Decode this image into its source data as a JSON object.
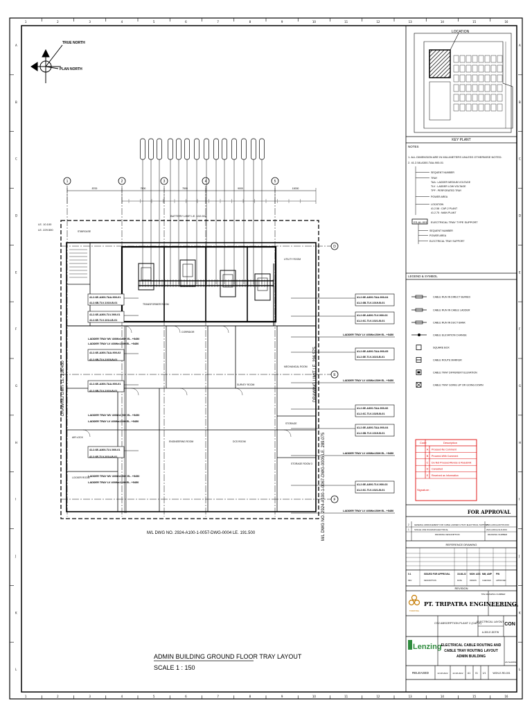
{
  "north": {
    "true_north": "TRUE NORTH",
    "plan_north": "PLAN NORTH"
  },
  "key_plan": {
    "location_label": "LOCATION",
    "title": "KEY PLANT"
  },
  "notes": {
    "header": "NOTES",
    "line1": "1.  ALL DIMENSION ARE IN MILLIMETERS UNLESS OTHERWISE NOTED.",
    "line2": "2.  41.2.58-A300-TAA-900-01",
    "legend1": [
      "SEQUENT NUMBER",
      "TRAY",
      "TAA : LADDER MEDIUM VOLTAGE",
      "TLV : LADDER LOW VOLTAGE",
      "TPF : PERFORATED TRAY",
      "POWER AREA",
      "LOCATION",
      "41.2.58 : CAP-2 PLANT",
      "41.2.75 : MAIN PLANT"
    ],
    "tag2": "ES-AL-001",
    "electrical_tray_support": "ELECTRICAL TRAY TYPE SUPPORT",
    "legend2": [
      "SEQUENT NUMBER",
      "POWER AREA",
      "ELECTRICAL TRAY SUPPORT"
    ]
  },
  "legend": {
    "header": "LEGEND & SYMBOL",
    "items": [
      "CABLE RUN IN DIRECT BURIED",
      "CABLE RUN IN CABLE LADDER",
      "CABLE RUN IN DUCT BANK",
      "CABLE ELEVATION CHANGE",
      "SQUARE BOX",
      "CABLE ROUTE MARKER",
      "CABLE TRAY DIFFERENT ELEVATION",
      "CABLE TRAY GOING UP OR GOING DOWN"
    ]
  },
  "code_table": {
    "headers": [
      "Code",
      "Description"
    ],
    "rows": [
      [
        "A",
        "Proceed-No Comment"
      ],
      [
        "B",
        "Proceed-With Comment"
      ],
      [
        "C",
        "Do Not Proceed-Revise & Resubmit"
      ],
      [
        "D",
        "Cancelled"
      ],
      [
        "E",
        "Received as Information"
      ]
    ],
    "signature": "Signature :"
  },
  "approval": "FOR APPROVAL",
  "references": {
    "rows": [
      [
        "2",
        "GENERAL ARRANGEMENT FOR CABLE LADDER & TRAY ELECTRICAL SUPPORT",
        "2924-A300-E-DDTW-0004"
      ],
      [
        "1",
        "SINGLE LINE DIAGRAM ELECTRICAL",
        "2924-A300-E-SLD-0001"
      ]
    ],
    "col_a": "DRAWING DESCRIPTION",
    "col_b": "DRAWING NUMBER",
    "title": "REFERENCE DRAWING"
  },
  "revision": {
    "row": [
      "0.1",
      "ISSUED FOR APPROVAL",
      "15-08-22",
      "MOH. ASS",
      "MM, AMP",
      "PW"
    ],
    "headers": [
      "REV",
      "DESCRIPTION",
      "DATE",
      "DRAWN",
      "CHECKED",
      "APPROVED"
    ],
    "title": "REVISION"
  },
  "title_block": {
    "drawing_no_label": "TPE DRAWING NUMBER",
    "drawing_no": "2924-A300-E-DDTW-0004",
    "company": "PT. TRIPATRA ENGINEERING",
    "company_logo_text": "TRIPATRA",
    "plant": "CS2 ABSORPTION PLANT 2 (CAP-2)",
    "category": "ELECTRICAL LAYOUT",
    "con": "CON",
    "drawing_ref": "A-300-E-DDTW",
    "client_logo": "Lenzing",
    "drawing_title": [
      "ELECTRICAL CABLE ROUTING AND",
      "CABLE TRAY ROUTING LAYOUT",
      "ADMIN BUILDING"
    ],
    "status": "RELEASED",
    "date1": "22.08.2022",
    "date2": "22.08.2022",
    "size": "A1",
    "rev": "01",
    "sheet": "1/1",
    "doc_no": "WON-E-RD-001",
    "scale_label": "AS SHOWN"
  },
  "plan": {
    "grid_top": [
      "1",
      "2",
      "3",
      "4",
      "5"
    ],
    "grid_right": [
      "D",
      "E",
      "F"
    ],
    "dims": [
      "8700",
      "7500",
      "7500",
      "9000",
      "10000"
    ],
    "battery_limit": "BATTERY LIMIT LE. 102.000",
    "left_limit": "LE. 10.100",
    "left_limit2": "LE. 229.500",
    "right_limit": "DRAWING LIMIT LE. 296.575",
    "left_dwg_limit": "DRAWING LIMIT LE. 236.450",
    "bottom_ref": "M/L DWG NO. 2924-A100-1-0057-DWG-0004 LE. 191.500",
    "bottom_right_ref": "M/L DWG NO. 2924-A100-1-0067-DWG-0005 LE. 289.075",
    "cable_tags": [
      "41.2.6E-A300-TAA-900-01",
      "41.2.6B-TLV-1010-B-01",
      "41.2.6E-A300-TLV-900-01",
      "41.2.6E-TLV-1014-B-01",
      "41.2.6E-A300-TAA-900-02",
      "41.2.6B-TLV-1015-B-01"
    ],
    "right_tags": [
      "41.2.6E-A300-TAA-900-04",
      "41.2.6B-TLV-1019-B-01",
      "41.2.6E-A300-TLV-900-03",
      "41.2.6C-TLV-1021-B-01",
      "41.2.6E-A300-TAA-900-05",
      "41.2.6E-TLV-1023-B-01",
      "41.2.6E-A300-TAA-900-06",
      "41.2.6C-TLV-1025-B-01"
    ],
    "ladder_notes": [
      "LADDER TRAY MV 400Wx150H EL. +5450",
      "LADDER TRAY LV 400Wx150H EL. +5450"
    ],
    "rooms": [
      "TRANSFORMER ROOM",
      "CORRIDOR",
      "MECHANICAL ROOM",
      "STORAGE",
      "SURVEY ROOM",
      "ENGINEERING ROOM",
      "DCS ROOM",
      "LOCKER ROOM",
      "AIR LOCK",
      "UTILITY ROOM",
      "STAIRCASE",
      "STORAGE ROOM 3"
    ]
  },
  "main_title": "ADMIN BUILDING GROUND FLOOR TRAY LAYOUT",
  "main_scale": "SCALE 1 : 150",
  "border_cols": [
    "1",
    "2",
    "3",
    "4",
    "5",
    "6",
    "7",
    "8",
    "9",
    "10",
    "11",
    "12",
    "13",
    "14",
    "15",
    "16"
  ],
  "border_rows": [
    "A",
    "B",
    "C",
    "D",
    "E",
    "F",
    "G",
    "H",
    "I",
    "J",
    "K",
    "L"
  ]
}
